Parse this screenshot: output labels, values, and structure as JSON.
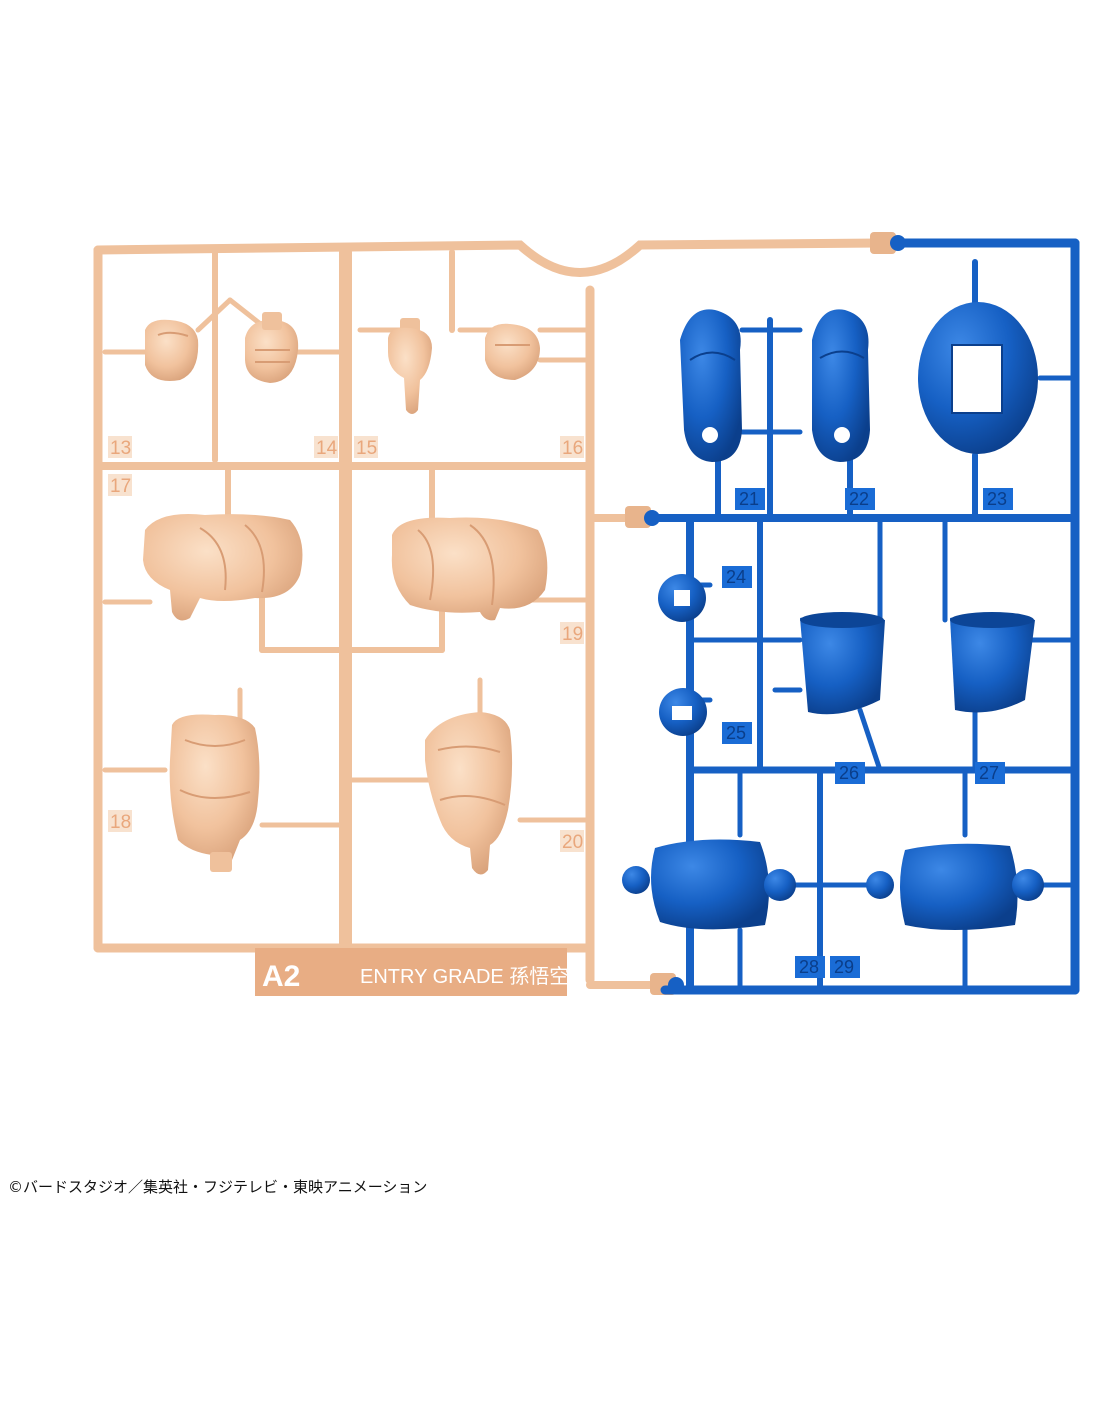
{
  "runner_a2": {
    "tag_code": "A2",
    "tag_text": "ENTRY GRADE 孫悟空",
    "part_numbers": [
      "13",
      "14",
      "15",
      "16",
      "17",
      "18",
      "19",
      "20"
    ]
  },
  "runner_blue": {
    "part_numbers": [
      "21",
      "22",
      "23",
      "24",
      "25",
      "26",
      "27",
      "28",
      "29"
    ]
  },
  "copyright": "©バードスタジオ／集英社・フジテレビ・東映アニメーション",
  "colors": {
    "skin_plastic": "#f3c6a2",
    "skin_shade": "#e3a980",
    "blue_plastic": "#1660c4",
    "blue_shade": "#0c4597"
  }
}
